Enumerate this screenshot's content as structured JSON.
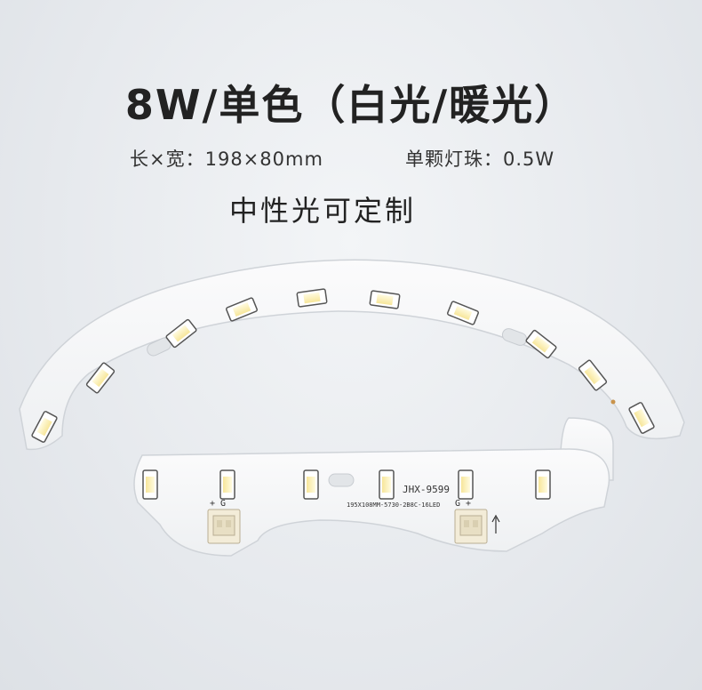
{
  "title": "8W/单色（白光/暖光）",
  "spec_size": "长×宽：198×80mm",
  "spec_led": "单颗灯珠：0.5W",
  "subtitle": "中性光可定制",
  "board": {
    "model_label": "JHX-9599",
    "part_label": "195X108MM-5730-2B8C-16LED",
    "connector_left_marks": "+ G",
    "connector_right_marks": "G +",
    "led_count": 16
  }
}
